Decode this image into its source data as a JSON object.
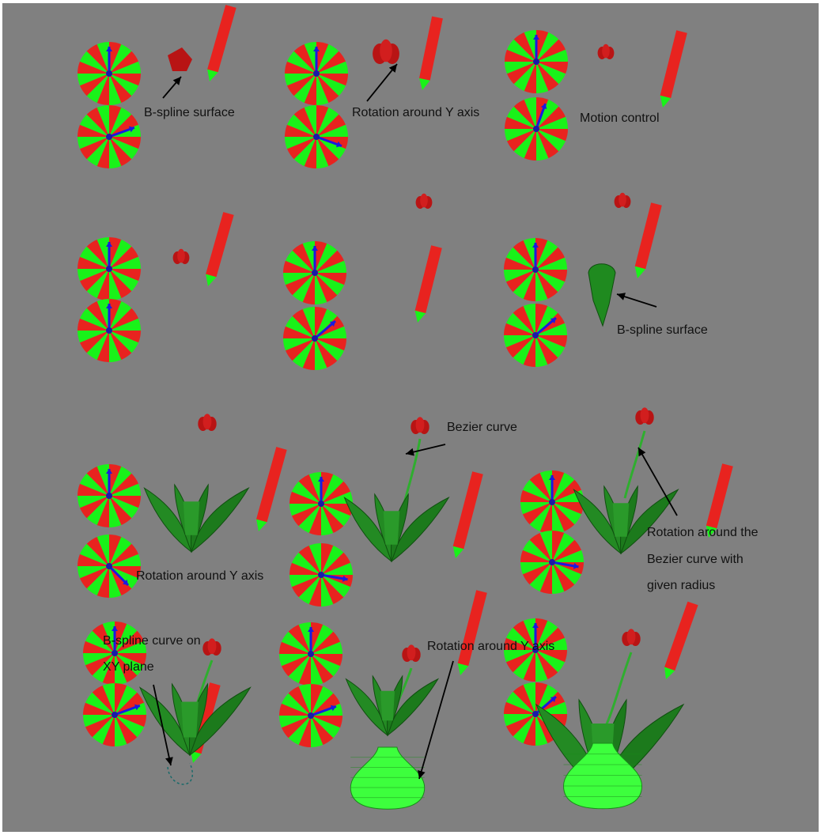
{
  "colors": {
    "background": "#808080",
    "frame_border": "#ffffff",
    "dial_red": "#e8231f",
    "dial_green": "#19f219",
    "dial_center": "#1a1aa8",
    "dial_needle": "#1a1ae0",
    "pencil_body": "#e8231f",
    "pencil_tip": "#19f219",
    "flower": "#b81414",
    "leaf": "#1c7a1c",
    "leaf_dark": "#0f4f0f",
    "vase": "#3dff3d",
    "stem": "#2fae2f"
  },
  "icons": {
    "dial": "color-wheel-dial-icon",
    "pencil": "pencil-icon",
    "arrow": "annotation-arrow-icon"
  },
  "annotations": {
    "bspline_surface_1": "B-spline surface",
    "rotation_y_1": "Rotation around Y axis",
    "motion_control": "Motion control",
    "bspline_surface_2": "B-spline surface",
    "bezier_curve": "Bezier curve",
    "rotation_y_2": "Rotation around Y axis",
    "rotation_bezier_line1": "Rotation   around   the",
    "rotation_bezier_line2": "Bezier    curve    with",
    "rotation_bezier_line3": "given radius",
    "bspline_curve_line1": "B-spline  curve  on",
    "bspline_curve_line2": "XY plane",
    "rotation_y_3": "Rotation around Y axis"
  }
}
